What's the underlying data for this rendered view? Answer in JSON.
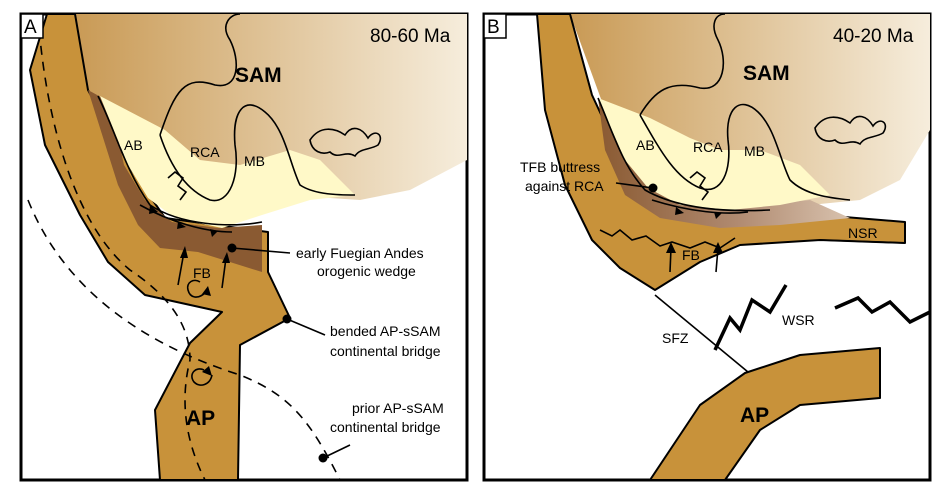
{
  "panel_a": {
    "letter": "A",
    "time": "80-60 Ma",
    "labels": {
      "sam": "SAM",
      "ab": "AB",
      "rca": "RCA",
      "mb": "MB",
      "fb": "FB",
      "ap": "AP"
    },
    "callouts": {
      "wedge_line1": "early Fuegian Andes",
      "wedge_line2": "orogenic wedge",
      "bended_line1": "bended AP-sSAM",
      "bended_line2": "continental bridge",
      "prior_line1": "prior AP-sSAM",
      "prior_line2": "continental bridge"
    }
  },
  "panel_b": {
    "letter": "B",
    "time": "40-20 Ma",
    "labels": {
      "sam": "SAM",
      "ab": "AB",
      "rca": "RCA",
      "mb": "MB",
      "fb": "FB",
      "nsr": "NSR",
      "sfz": "SFZ",
      "wsr": "WSR",
      "ap": "AP"
    },
    "callouts": {
      "tfb_line1": "TFB buttress",
      "tfb_line2": "against RCA"
    }
  },
  "colors": {
    "crust": "#c8923a",
    "wedge_dark": "#8a5a32",
    "basin_yellow": "#fff9c8",
    "sam_dark": "#c99a55",
    "sam_light": "#f5ebd9"
  }
}
